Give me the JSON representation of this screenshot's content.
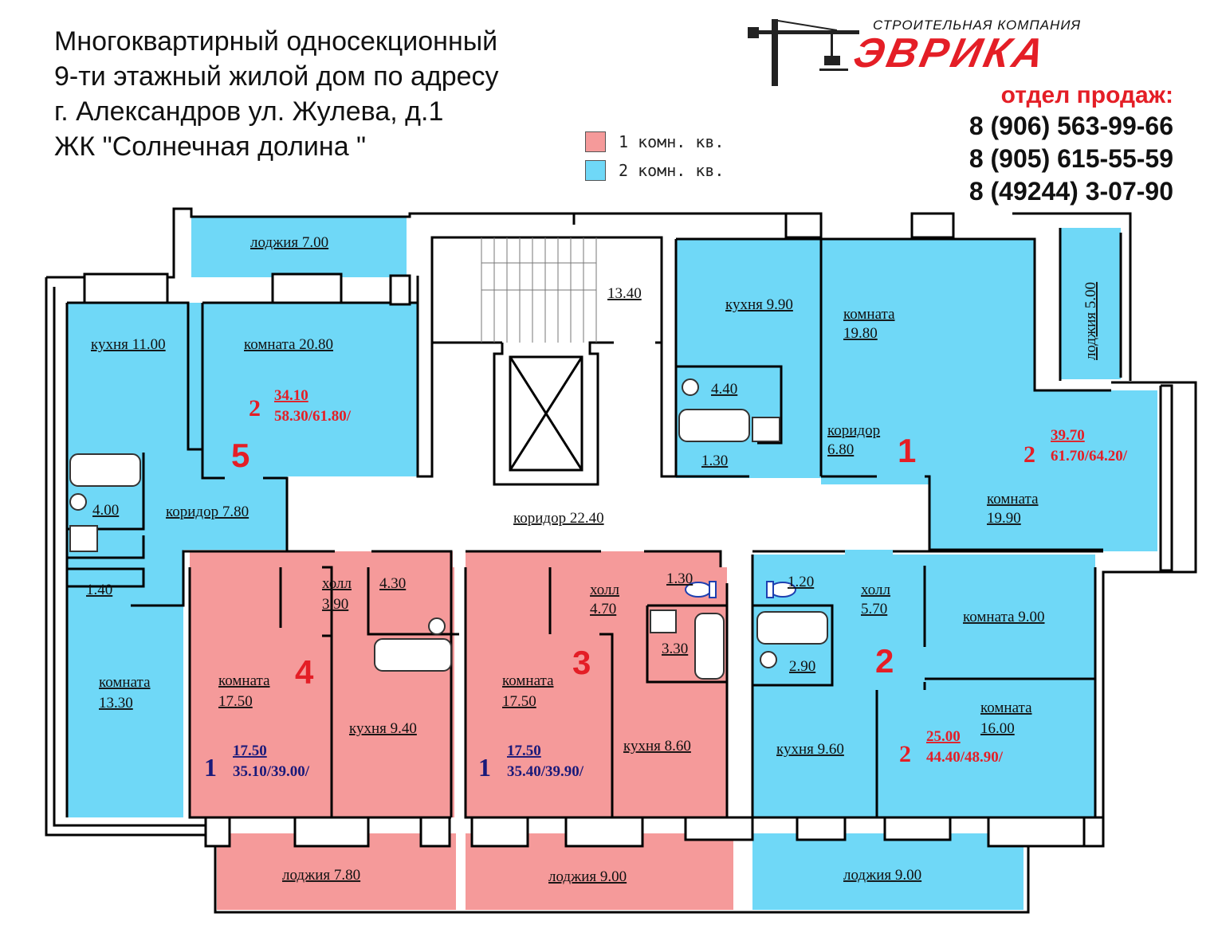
{
  "title_lines": [
    "Многоквартирный односекционный",
    "9-ти этажный жилой дом по адресу",
    "г. Александров ул. Жулева, д.1",
    "ЖК \"Солнечная долина \""
  ],
  "legend": [
    {
      "label": "1 комн. кв.",
      "color": "#f59a9a"
    },
    {
      "label": "2 комн. кв.",
      "color": "#6fd8f7"
    }
  ],
  "company": {
    "tagline": "СТРОИТЕЛЬНАЯ КОМПАНИЯ",
    "name": "ЭВРИКА"
  },
  "sales": {
    "dept": "отдел продаж:",
    "phones": [
      "8 (906) 563-99-66",
      "8 (905) 615-55-59",
      "8 (49244) 3-07-90"
    ]
  },
  "colors": {
    "one_room": "#f59a9a",
    "two_room": "#6fd8f7",
    "accent": "#e41e26",
    "navy": "#1a1a7a"
  },
  "rooms": {
    "a5_loggia": "лоджия 7.00",
    "a5_kitchen": "кухня 11.00",
    "a5_room": "комната  20.80",
    "a5_bath": "4.00",
    "a5_corr": "коридор 7.80",
    "a5_store": "1.40",
    "a5_room2": "комната",
    "a5_room2_area": "13.30",
    "stair": "13.40",
    "a1_kitchen": "кухня  9.90",
    "a1_room": "комната",
    "a1_room_area": "19.80",
    "a1_bath": "4.40",
    "a1_store": "1.30",
    "a1_corr": "коридор",
    "a1_corr_area": "6.80",
    "a1_loggia": "лоджия 5.00",
    "a1_room2": "комната",
    "a1_room2_area": "19.90",
    "corridor": "коридор  22.40",
    "a4_hall": "холл",
    "a4_hall_area": "3.90",
    "a4_bath": "4.30",
    "a4_room": "комната",
    "a4_room_area": "17.50",
    "a4_kitchen": "кухня  9.40",
    "a4_loggia": "лоджия 7.80",
    "a3_hall": "холл",
    "a3_hall_area": "4.70",
    "a3_wc": "1.30",
    "a3_bath": "3.30",
    "a3_room": "комната",
    "a3_room_area": "17.50",
    "a3_kitchen": "кухня  8.60",
    "a3_loggia": "лоджия 9.00",
    "a2_wc": "1.20",
    "a2_hall": "холл",
    "a2_hall_area": "5.70",
    "a2_room": "комната 9.00",
    "a2_bath": "2.90",
    "a2_room2": "комната",
    "a2_room2_area": "16.00",
    "a2_kitchen": "кухня  9.60",
    "a2_loggia": "лоджия 9.00"
  },
  "apartments": [
    {
      "no": "5",
      "rooms": "2",
      "living": "34.10",
      "total": "58.30/61.80/"
    },
    {
      "no": "1",
      "rooms": "2",
      "living": "39.70",
      "total": "61.70/64.20/"
    },
    {
      "no": "4",
      "rooms": "1",
      "living": "17.50",
      "total": "35.10/39.00/"
    },
    {
      "no": "3",
      "rooms": "1",
      "living": "17.50",
      "total": "35.40/39.90/"
    },
    {
      "no": "2",
      "rooms": "2",
      "living": "25.00",
      "total": "44.40/48.90/"
    }
  ]
}
